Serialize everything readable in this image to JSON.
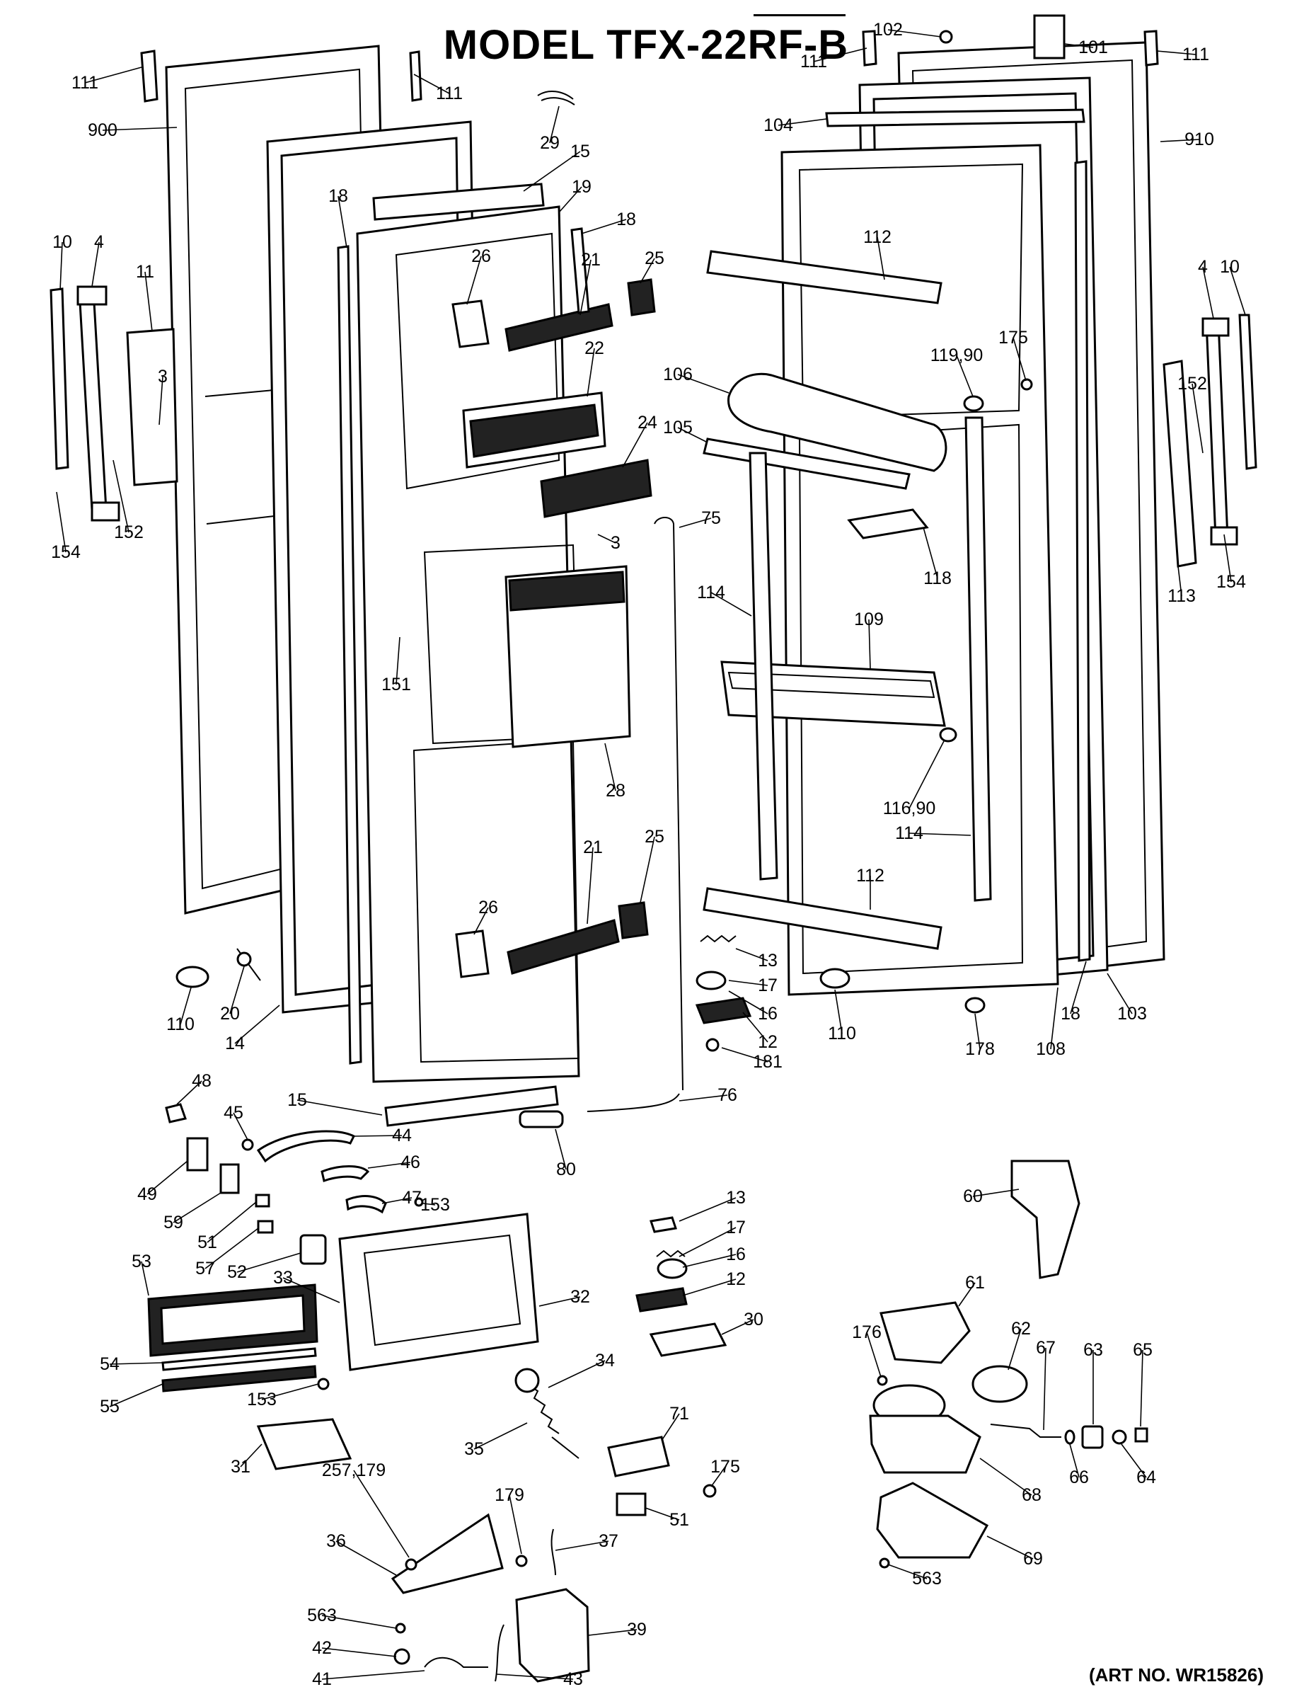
{
  "title": "MODEL TFX-22RF-B",
  "art_number": "(ART NO. WR15826)",
  "callouts": [
    {
      "id": "c-111-a",
      "text": "111"
    },
    {
      "id": "c-900",
      "text": "900"
    },
    {
      "id": "c-111-b",
      "text": "111"
    },
    {
      "id": "c-29",
      "text": "29"
    },
    {
      "id": "c-15-a",
      "text": "15"
    },
    {
      "id": "c-19",
      "text": "19"
    },
    {
      "id": "c-18-a",
      "text": "18"
    },
    {
      "id": "c-18-b",
      "text": "18"
    },
    {
      "id": "c-10-a",
      "text": "10"
    },
    {
      "id": "c-4-a",
      "text": "4"
    },
    {
      "id": "c-11",
      "text": "11"
    },
    {
      "id": "c-26-a",
      "text": "26"
    },
    {
      "id": "c-21-a",
      "text": "21"
    },
    {
      "id": "c-25-a",
      "text": "25"
    },
    {
      "id": "c-22",
      "text": "22"
    },
    {
      "id": "c-3-a",
      "text": "3"
    },
    {
      "id": "c-24",
      "text": "24"
    },
    {
      "id": "c-152-a",
      "text": "152"
    },
    {
      "id": "c-154-a",
      "text": "154"
    },
    {
      "id": "c-3-b",
      "text": "3"
    },
    {
      "id": "c-75",
      "text": "75"
    },
    {
      "id": "c-151",
      "text": "151"
    },
    {
      "id": "c-28",
      "text": "28"
    },
    {
      "id": "c-21-b",
      "text": "21"
    },
    {
      "id": "c-25-b",
      "text": "25"
    },
    {
      "id": "c-26-b",
      "text": "26"
    },
    {
      "id": "c-110-a",
      "text": "110"
    },
    {
      "id": "c-20",
      "text": "20"
    },
    {
      "id": "c-14",
      "text": "14"
    },
    {
      "id": "c-15-b",
      "text": "15"
    },
    {
      "id": "c-76",
      "text": "76"
    },
    {
      "id": "c-80",
      "text": "80"
    },
    {
      "id": "c-48",
      "text": "48"
    },
    {
      "id": "c-45",
      "text": "45"
    },
    {
      "id": "c-44",
      "text": "44"
    },
    {
      "id": "c-46",
      "text": "46"
    },
    {
      "id": "c-49",
      "text": "49"
    },
    {
      "id": "c-47",
      "text": "47"
    },
    {
      "id": "c-153-a",
      "text": "153"
    },
    {
      "id": "c-59",
      "text": "59"
    },
    {
      "id": "c-51-a",
      "text": "51"
    },
    {
      "id": "c-57",
      "text": "57"
    },
    {
      "id": "c-52",
      "text": "52"
    },
    {
      "id": "c-53",
      "text": "53"
    },
    {
      "id": "c-33",
      "text": "33"
    },
    {
      "id": "c-32",
      "text": "32"
    },
    {
      "id": "c-54",
      "text": "54"
    },
    {
      "id": "c-55",
      "text": "55"
    },
    {
      "id": "c-153-b",
      "text": "153"
    },
    {
      "id": "c-34",
      "text": "34"
    },
    {
      "id": "c-31",
      "text": "31"
    },
    {
      "id": "c-35",
      "text": "35"
    },
    {
      "id": "c-257-179",
      "text": "257,179"
    },
    {
      "id": "c-179",
      "text": "179"
    },
    {
      "id": "c-36",
      "text": "36"
    },
    {
      "id": "c-37",
      "text": "37"
    },
    {
      "id": "c-563-a",
      "text": "563"
    },
    {
      "id": "c-39",
      "text": "39"
    },
    {
      "id": "c-42",
      "text": "42"
    },
    {
      "id": "c-41",
      "text": "41"
    },
    {
      "id": "c-43",
      "text": "43"
    },
    {
      "id": "c-13-b",
      "text": "13"
    },
    {
      "id": "c-17-b",
      "text": "17"
    },
    {
      "id": "c-16-b",
      "text": "16"
    },
    {
      "id": "c-12-b",
      "text": "12"
    },
    {
      "id": "c-30",
      "text": "30"
    },
    {
      "id": "c-71",
      "text": "71"
    },
    {
      "id": "c-175-b",
      "text": "175"
    },
    {
      "id": "c-51-b",
      "text": "51"
    },
    {
      "id": "c-102",
      "text": "102"
    },
    {
      "id": "c-101",
      "text": "101"
    },
    {
      "id": "c-111-c",
      "text": "111"
    },
    {
      "id": "c-111-d",
      "text": "111"
    },
    {
      "id": "c-104",
      "text": "104"
    },
    {
      "id": "c-910",
      "text": "910"
    },
    {
      "id": "c-112-a",
      "text": "112"
    },
    {
      "id": "c-175-a",
      "text": "175"
    },
    {
      "id": "c-119-90",
      "text": "119,90"
    },
    {
      "id": "c-106",
      "text": "106"
    },
    {
      "id": "c-105",
      "text": "105"
    },
    {
      "id": "c-10-b",
      "text": "10"
    },
    {
      "id": "c-4-b",
      "text": "4"
    },
    {
      "id": "c-152-b",
      "text": "152"
    },
    {
      "id": "c-118",
      "text": "118"
    },
    {
      "id": "c-114-a",
      "text": "114"
    },
    {
      "id": "c-109",
      "text": "109"
    },
    {
      "id": "c-154-b",
      "text": "154"
    },
    {
      "id": "c-113",
      "text": "113"
    },
    {
      "id": "c-116-90",
      "text": "116,90"
    },
    {
      "id": "c-114-b",
      "text": "114"
    },
    {
      "id": "c-112-b",
      "text": "112"
    },
    {
      "id": "c-13-a",
      "text": "13"
    },
    {
      "id": "c-17-a",
      "text": "17"
    },
    {
      "id": "c-16-a",
      "text": "16"
    },
    {
      "id": "c-12-a",
      "text": "12"
    },
    {
      "id": "c-181",
      "text": "181"
    },
    {
      "id": "c-110-b",
      "text": "110"
    },
    {
      "id": "c-178",
      "text": "178"
    },
    {
      "id": "c-108",
      "text": "108"
    },
    {
      "id": "c-18-c",
      "text": "18"
    },
    {
      "id": "c-103",
      "text": "103"
    },
    {
      "id": "c-60",
      "text": "60"
    },
    {
      "id": "c-61",
      "text": "61"
    },
    {
      "id": "c-62",
      "text": "62"
    },
    {
      "id": "c-176",
      "text": "176"
    },
    {
      "id": "c-67",
      "text": "67"
    },
    {
      "id": "c-63",
      "text": "63"
    },
    {
      "id": "c-65",
      "text": "65"
    },
    {
      "id": "c-66",
      "text": "66"
    },
    {
      "id": "c-64",
      "text": "64"
    },
    {
      "id": "c-68",
      "text": "68"
    },
    {
      "id": "c-69",
      "text": "69"
    },
    {
      "id": "c-563-b",
      "text": "563"
    }
  ]
}
